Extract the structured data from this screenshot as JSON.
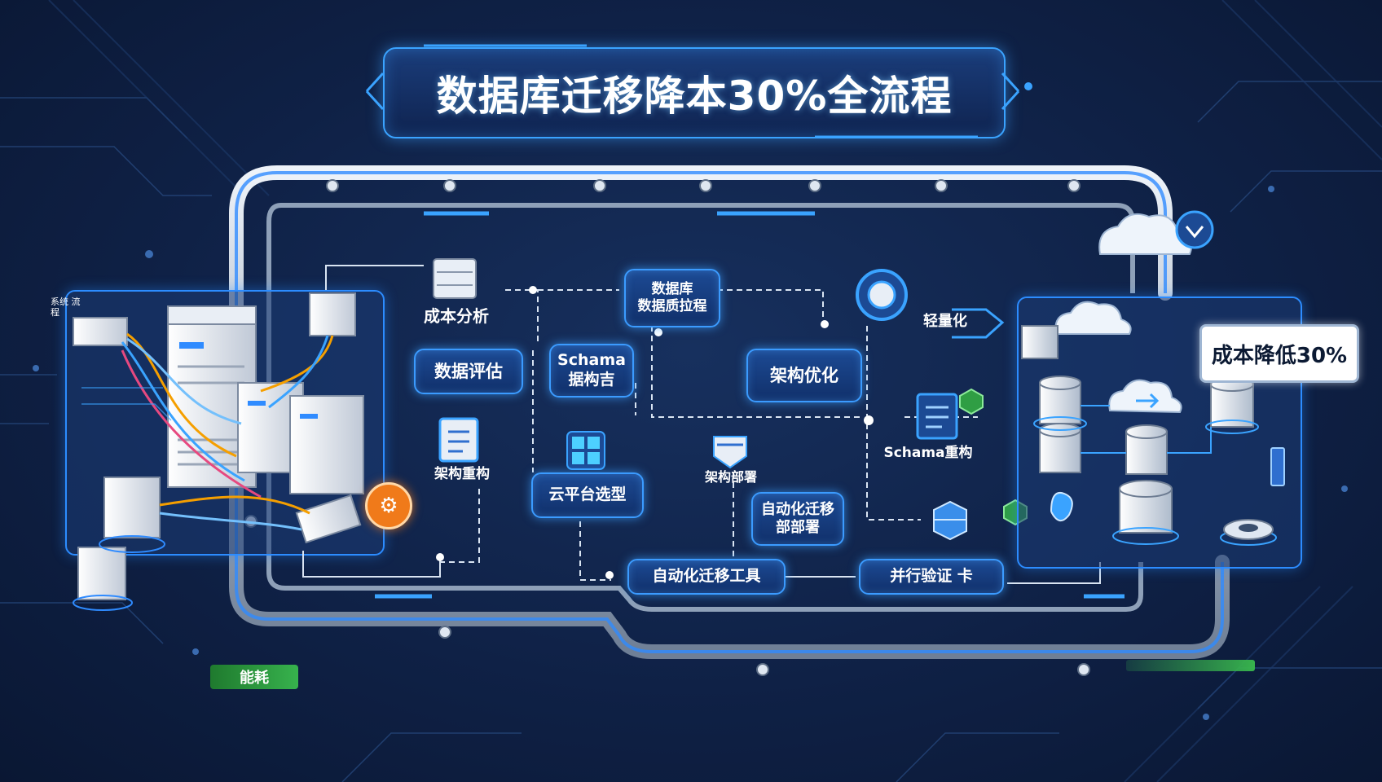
{
  "title": "数据库迁移降本30%全流程",
  "colors": {
    "background": "#0f2146",
    "accent_blue": "#3b9bff",
    "pipe_silver": "#c9d3df",
    "orange_badge": "#f07a1a",
    "green_tag": "#37b24d",
    "callout_bg": "#ffffff"
  },
  "nodes": {
    "cost_analysis": "成本分析",
    "data_evaluation": "数据评估",
    "schema_structure": "Schama\n据构吉",
    "db_quality": "数据库\n数据质拉程",
    "arch_optimize": "架构优化",
    "arch_refactor": "架构重构",
    "cloud_select": "云平台选型",
    "arch_deploy": "架构部署",
    "auto_migrate_deploy": "自动化迁移\n部部署",
    "auto_migrate_tool": "自动化迁移工具",
    "lightweight": "轻量化",
    "schema_refactor": "Schama重构",
    "parallel_verify": "并行验证  卡",
    "cost_reduction": "成本降低30%",
    "energy_tag": "能耗",
    "small_left": "系统\n流程"
  },
  "icons": [
    "server-rack-icon",
    "server-stack-icon",
    "document-icon",
    "grid-app-icon",
    "database-icon",
    "cloud-icon",
    "refresh-icon",
    "download-shield-icon",
    "orange-gear-badge-icon",
    "green-shield-icon",
    "cube-stack-icon",
    "layers-icon"
  ]
}
